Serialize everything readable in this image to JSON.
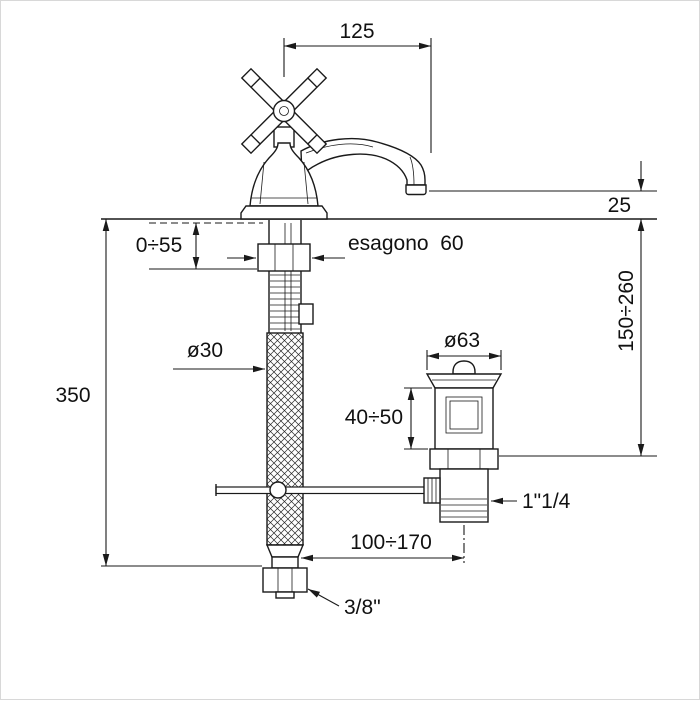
{
  "colors": {
    "line": "#1a1a1a",
    "background": "#ffffff"
  },
  "labels": {
    "spout_reach": "125",
    "outlet_height": "25",
    "deck_thickness": "0÷55",
    "hex_size": "esagono  60",
    "hole_diameter": "ø30",
    "hose_length": "350",
    "drain_flange_diameter": "ø63",
    "drain_body_height": "40÷50",
    "drain_depth": "150÷260",
    "drain_thread": "1\"1/4",
    "rod_reach": "100÷170",
    "supply_thread": "3/8\""
  }
}
